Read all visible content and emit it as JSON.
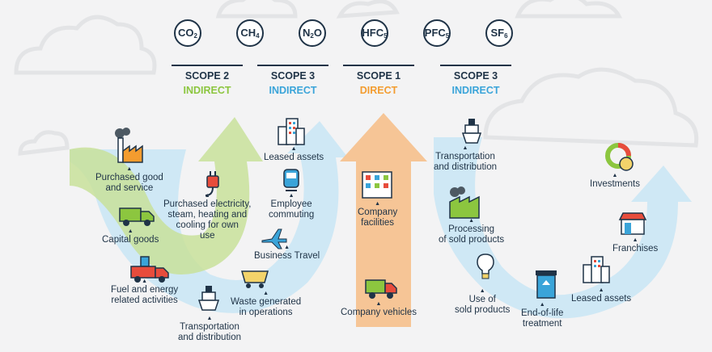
{
  "gases": [
    {
      "base": "CO",
      "sub": "2"
    },
    {
      "base": "CH",
      "sub": "4"
    },
    {
      "base": "N",
      "sub": "2",
      "tail": "O"
    },
    {
      "base": "HFC",
      "sub": "5"
    },
    {
      "base": "PFC",
      "sub": "5"
    },
    {
      "base": "SF",
      "sub": "6"
    }
  ],
  "scopes": [
    {
      "title": "SCOPE 2",
      "type": "INDIRECT",
      "color": "#8cc63f"
    },
    {
      "title": "SCOPE 3",
      "type": "INDIRECT",
      "color": "#3aa4d9"
    },
    {
      "title": "SCOPE 1",
      "type": "DIRECT",
      "color": "#f39c2f"
    },
    {
      "title": "SCOPE 3",
      "type": "INDIRECT",
      "color": "#3aa4d9"
    }
  ],
  "labels": {
    "purchased_goods": "Purchased good\nand service",
    "capital_goods": "Capital goods",
    "fuel_energy": "Fuel and energy\nrelated activities",
    "purchased_electricity": "Purchased electricity,\nsteam, heating and\ncooling for own\nuse",
    "leased_assets_up": "Leased assets",
    "employee_commuting": "Employee\ncommuting",
    "business_travel": "Business Travel",
    "waste": "Waste generated\nin operations",
    "transport_up": "Transportation\nand distribution",
    "company_facilities": "Company\nfacilities",
    "company_vehicles": "Company vehicles",
    "transport_down": "Transportation\nand distribution",
    "processing": "Processing\nof sold products",
    "use_sold": "Use of\nsold products",
    "end_of_life": "End-of-life\ntreatment",
    "leased_assets_down": "Leased assets",
    "franchises": "Franchises",
    "investments": "Investments"
  }
}
